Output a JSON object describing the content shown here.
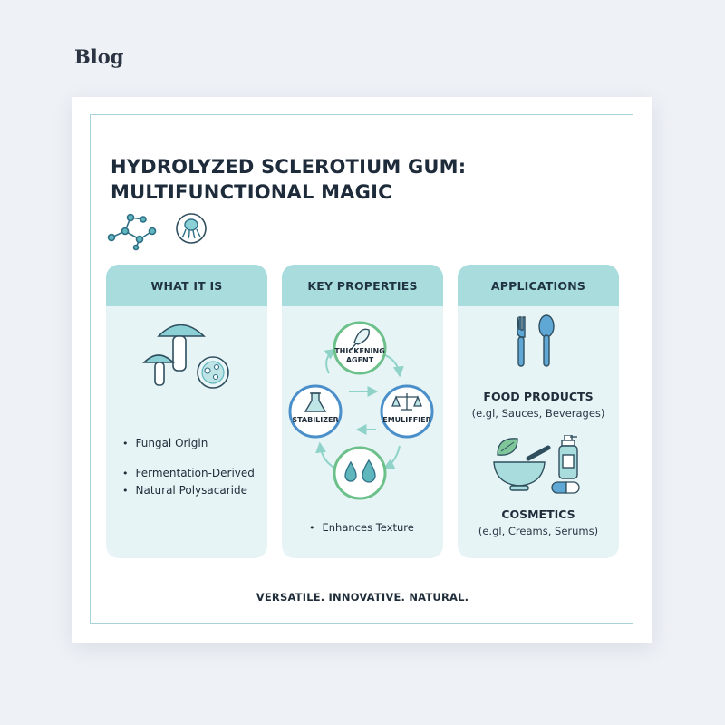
{
  "page": {
    "label": "Blog"
  },
  "infographic": {
    "title_line1": "HYDROLYZED SCLEROTIUM GUM:",
    "title_line2": "MULTIFUNCTIONAL MAGIC",
    "panels": [
      {
        "heading": "WHAT IT IS",
        "bullets": [
          "Fungal Origin",
          "Fermentation-Derived",
          "Natural Polysacaride"
        ]
      },
      {
        "heading": "KEY PROPERTIES",
        "cycle": [
          "THICKENING",
          "AGENT",
          "EMULIFFIER",
          "STABILIZER"
        ],
        "bullets": [
          "Enhances Texture"
        ]
      },
      {
        "heading": "APPLICATIONS",
        "items": [
          {
            "title": "FOOD PRODUCTS",
            "sub": "(e.gl, Sauces, Beverages)"
          },
          {
            "title": "COSMETICS",
            "sub": "(e.gl, Creams, Serums)"
          }
        ]
      }
    ],
    "footer": "VERSATILE. INNOVATIVE. NATURAL."
  },
  "colors": {
    "teal": "#5fb7bd",
    "blue": "#4a8fc9",
    "green": "#6cc08a",
    "panel_bg": "#e6f4f6",
    "panel_head": "#a9dcdc"
  },
  "icons": [
    "molecule-icon",
    "microbe-icon",
    "mushroom-icon",
    "petri-dish-icon",
    "whisk-icon",
    "flask-icon",
    "balance-scale-icon",
    "droplets-icon",
    "fork-icon",
    "spoon-icon",
    "mortar-pestle-icon",
    "leaf-icon",
    "bottle-icon",
    "capsule-icon"
  ]
}
